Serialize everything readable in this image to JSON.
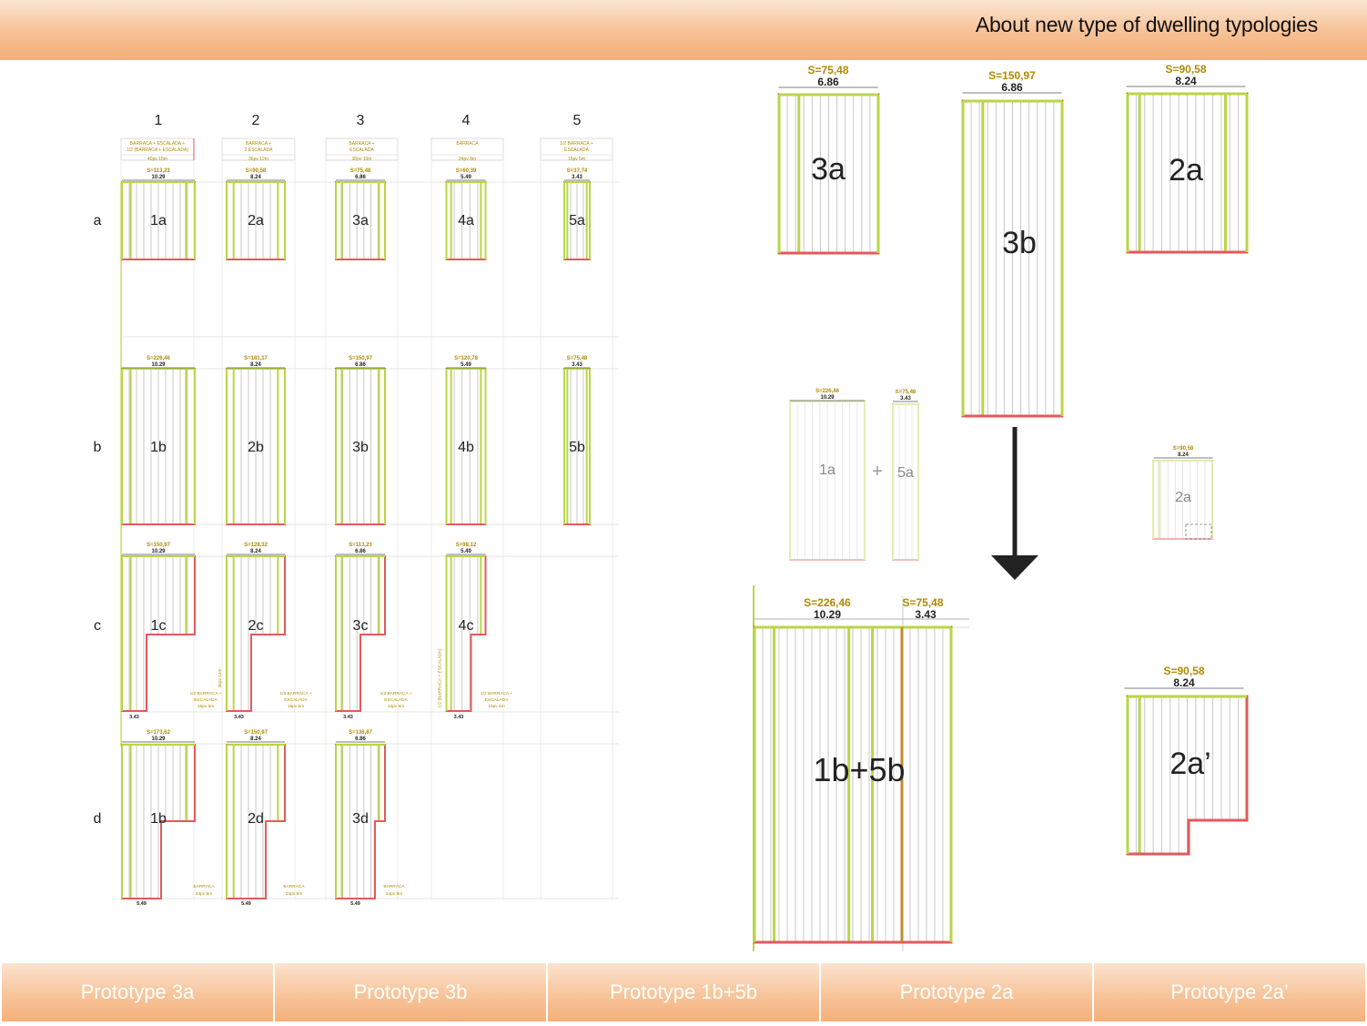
{
  "header": {
    "title": "About new type of dwelling typologies"
  },
  "matrix": {
    "columns": [
      "1",
      "2",
      "3",
      "4",
      "5"
    ],
    "rows": [
      "a",
      "b",
      "c",
      "d"
    ],
    "type_headers": [
      [
        "BARRACA + ESCALADA +",
        "1/2 (BARRACA + ESCALADA)",
        "40pv 15m"
      ],
      [
        "BARRACA +",
        "2 ESCALADA",
        "36pv 12m"
      ],
      [
        "BARRACA +",
        "ESCALADA",
        "30pv 10m"
      ],
      [
        "BARRACA",
        "",
        "24pv 8m"
      ],
      [
        "1/2 BARRACA +",
        "ESCALADA",
        "15pv 5m"
      ]
    ],
    "cells": {
      "a": [
        {
          "label": "1a",
          "area": "S=113,23",
          "width": "10.29"
        },
        {
          "label": "2a",
          "area": "S=90,58",
          "width": "8.24"
        },
        {
          "label": "3a",
          "area": "S=75,48",
          "width": "6.86"
        },
        {
          "label": "4a",
          "area": "S=60,39",
          "width": "5.49"
        },
        {
          "label": "5a",
          "area": "S=37,74",
          "width": "3.43"
        }
      ],
      "b": [
        {
          "label": "1b",
          "area": "S=226,46",
          "width": "10.29"
        },
        {
          "label": "2b",
          "area": "S=181,17",
          "width": "8.24"
        },
        {
          "label": "3b",
          "area": "S=150,97",
          "width": "6.86"
        },
        {
          "label": "4b",
          "area": "S=120,78",
          "width": "5.49"
        },
        {
          "label": "5b",
          "area": "S=75,48",
          "width": "3.43"
        }
      ],
      "c": [
        {
          "label": "1c",
          "area": "S=150,97",
          "width": "10.29",
          "bottom_width": "3.43",
          "note": [
            "1/2 BARRACA +",
            "ESCALADA",
            "15pv 5m"
          ]
        },
        {
          "label": "2c",
          "area": "S=128,32",
          "width": "8.24",
          "bottom_width": "3.43",
          "note": [
            "1/2 BARRACA +",
            "ESCALADA",
            "15pv 5m"
          ],
          "side_note": "36pv 12m"
        },
        {
          "label": "3c",
          "area": "S=113,23",
          "width": "6.86",
          "bottom_width": "3.43",
          "note": [
            "1/2 BARRACA +",
            "ESCALADA",
            "15pv 5m"
          ]
        },
        {
          "label": "4c",
          "area": "S=98,12",
          "width": "5.49",
          "bottom_width": "3.43",
          "note": [
            "1/2 BARRACA +",
            "ESCALADA",
            "15pv 5m"
          ],
          "side_note": "1/2 (BARRACA + ESCALADA)"
        }
      ],
      "d": [
        {
          "label": "1b",
          "area": "S=173,62",
          "width": "10.29",
          "bottom_width": "5.49",
          "note": [
            "BARRACA",
            "24pv 8m"
          ]
        },
        {
          "label": "2d",
          "area": "S=150,97",
          "width": "8.24",
          "bottom_width": "5.49",
          "note": [
            "BARRACA",
            "24pv 8m"
          ]
        },
        {
          "label": "3d",
          "area": "S=136,87",
          "width": "6.86",
          "bottom_width": "5.49",
          "note": [
            "BARRACA",
            "24pv 8m"
          ]
        }
      ]
    }
  },
  "prototypes": {
    "p3a": {
      "label": "3a",
      "area": "S=75,48",
      "width": "6.86"
    },
    "p3b": {
      "label": "3b",
      "area": "S=150,97",
      "width": "6.86"
    },
    "p2a": {
      "label": "2a",
      "area": "S=90,58",
      "width": "8.24"
    },
    "faded_1a": {
      "label": "1a",
      "area": "S=226,46",
      "width": "10.29"
    },
    "faded_5a": {
      "label": "5a",
      "area": "S=75,48",
      "width": "3.43"
    },
    "plus": "+",
    "small_2a": {
      "label": "2a",
      "area": "S=90,58",
      "width": "8.24"
    },
    "p1b5b": {
      "label": "1b+5b",
      "area1": "S=226,46",
      "width1": "10.29",
      "area2": "S=75,48",
      "width2": "3.43"
    },
    "p2a_prime": {
      "label": "2a’",
      "area": "S=90,58",
      "width": "8.24"
    }
  },
  "footer": {
    "tabs": [
      "Prototype 3a",
      "Prototype 3b",
      "Prototype 1b+5b",
      "Prototype 2a",
      "Prototype 2a’"
    ]
  },
  "colors": {
    "outline_red": "#e45a5a",
    "outline_green": "#b9d646",
    "dimension_text": "#b08a00",
    "stripe": "#c8c8c8",
    "arrow": "#222222"
  }
}
